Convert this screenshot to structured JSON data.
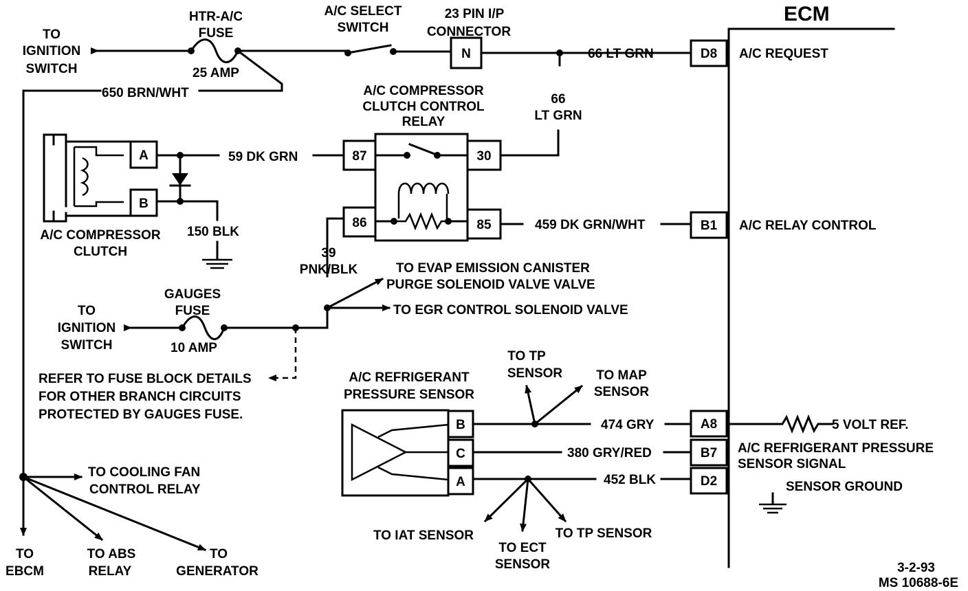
{
  "ecm": {
    "title": "ECM",
    "pins": {
      "d8": "D8",
      "b1": "B1",
      "a8": "A8",
      "b7": "B7",
      "d2": "D2"
    },
    "labels": {
      "ac_request": "A/C REQUEST",
      "ac_relay_control": "A/C RELAY CONTROL",
      "five_volt": "5 VOLT REF.",
      "pressure_signal_1": "A/C REFRIGERANT PRESSURE",
      "pressure_signal_2": "SENSOR SIGNAL",
      "sensor_ground": "SENSOR GROUND"
    }
  },
  "wires": {
    "w66_ltgrn": "66 LT GRN",
    "w66_num": "66",
    "w66_color": "LT GRN",
    "w650": "650 BRN/WHT",
    "w59": "59 DK GRN",
    "w150": "150 BLK",
    "w459": "459 DK GRN/WHT",
    "w39_num": "39",
    "w39_color": "PNK/BLK",
    "w474": "474 GRY",
    "w380": "380 GRY/RED",
    "w452": "452 BLK"
  },
  "components": {
    "htr_fuse": [
      "HTR-A/C",
      "FUSE"
    ],
    "htr_amp": "25 AMP",
    "ac_select": [
      "A/C SELECT",
      "SWITCH"
    ],
    "connector": [
      "23 PIN I/P",
      "CONNECTOR"
    ],
    "connector_pin": "N",
    "relay": [
      "A/C COMPRESSOR",
      "CLUTCH CONTROL",
      "RELAY"
    ],
    "relay_pins": {
      "p87": "87",
      "p30": "30",
      "p86": "86",
      "p85": "85"
    },
    "clutch": [
      "A/C COMPRESSOR",
      "CLUTCH"
    ],
    "clutch_pins": {
      "a": "A",
      "b": "B"
    },
    "gauges_fuse": [
      "GAUGES",
      "FUSE"
    ],
    "gauges_amp": "10 AMP",
    "pressure_sensor": [
      "A/C REFRIGERANT",
      "PRESSURE SENSOR"
    ],
    "sensor_pins": {
      "b": "B",
      "c": "C",
      "a": "A"
    }
  },
  "destinations": {
    "ignition_1": [
      "TO",
      "IGNITION",
      "SWITCH"
    ],
    "ignition_2": [
      "TO",
      "IGNITION",
      "SWITCH"
    ],
    "evap": [
      "TO EVAP EMISSION CANISTER",
      "PURGE SOLENOID VALVE VALVE"
    ],
    "egr": "TO EGR CONTROL SOLENOID VALVE",
    "fuse_note": [
      "REFER TO FUSE BLOCK DETAILS",
      "FOR OTHER BRANCH CIRCUITS",
      "PROTECTED BY GAUGES FUSE."
    ],
    "tp_sensor_top": [
      "TO TP",
      "SENSOR"
    ],
    "map_sensor": [
      "TO MAP",
      "SENSOR"
    ],
    "iat": "TO IAT SENSOR",
    "ect": [
      "TO ECT",
      "SENSOR"
    ],
    "tp_sensor_bottom": "TO TP SENSOR",
    "cooling_fan": [
      "TO COOLING FAN",
      "CONTROL RELAY"
    ],
    "ebcm": [
      "TO",
      "EBCM"
    ],
    "abs": [
      "TO ABS",
      "RELAY"
    ],
    "generator": [
      "TO",
      "GENERATOR"
    ]
  },
  "footer": {
    "date": "3-2-93",
    "ref": "MS 10688-6E"
  }
}
